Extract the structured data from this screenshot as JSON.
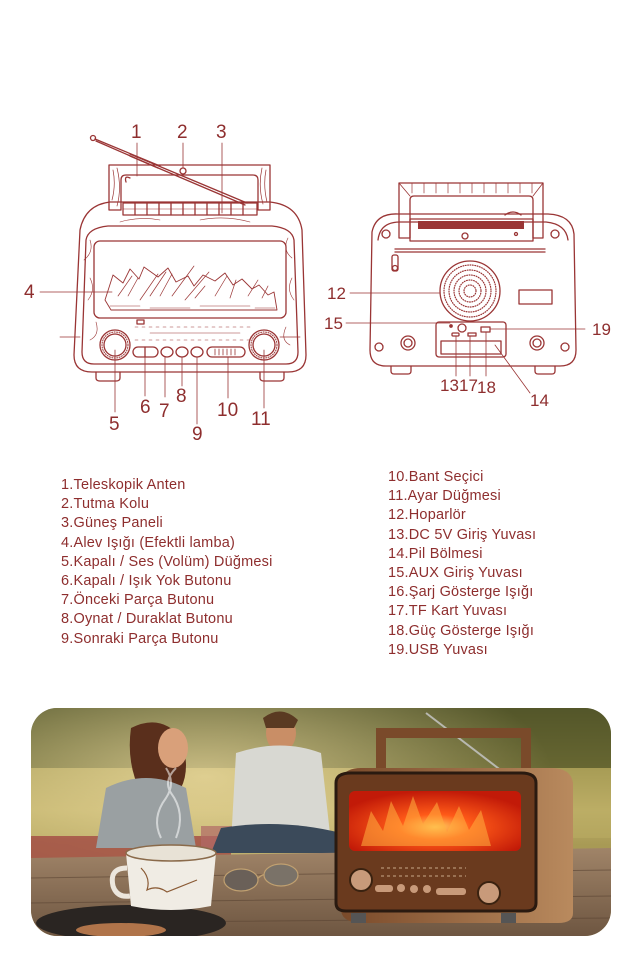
{
  "colors": {
    "line_art": "#9a3535",
    "text": "#8e2e2e",
    "background": "#ffffff",
    "flame_glow": "#ff3a10",
    "wood": "#6b3a1f"
  },
  "diagram": {
    "front_view_callouts": [
      "1",
      "2",
      "3",
      "4",
      "5",
      "6",
      "7",
      "8",
      "9",
      "10",
      "11"
    ],
    "back_view_callouts": [
      "12",
      "15",
      "19",
      "13",
      "17",
      "18",
      "14"
    ]
  },
  "legend": {
    "left": [
      {
        "num": "1",
        "label": "1.Teleskopik Anten"
      },
      {
        "num": "2",
        "label": "2.Tutma Kolu"
      },
      {
        "num": "3",
        "label": "3.Güneş Paneli"
      },
      {
        "num": "4",
        "label": "4.Alev Işığı (Efektli lamba)"
      },
      {
        "num": "5",
        "label": "5.Kapalı / Ses (Volüm) Düğmesi"
      },
      {
        "num": "6",
        "label": "6.Kapalı / Işık Yok Butonu"
      },
      {
        "num": "7",
        "label": "7.Önceki Parça Butonu"
      },
      {
        "num": "8",
        "label": "8.Oynat / Duraklat Butonu"
      },
      {
        "num": "9",
        "label": "9.Sonraki Parça Butonu"
      }
    ],
    "right": [
      {
        "num": "10",
        "label": "10.Bant Seçici"
      },
      {
        "num": "11",
        "label": "11.Ayar Düğmesi"
      },
      {
        "num": "12",
        "label": "12.Hoparlör"
      },
      {
        "num": "13",
        "label": "13.DC 5V Giriş Yuvası"
      },
      {
        "num": "14",
        "label": "14.Pil Bölmesi"
      },
      {
        "num": "15",
        "label": "15.AUX Giriş Yuvası"
      },
      {
        "num": "16",
        "label": "16.Şarj Gösterge Işığı"
      },
      {
        "num": "17",
        "label": "17.TF Kart Yuvası"
      },
      {
        "num": "18",
        "label": "18.Güç Gösterge Işığı"
      },
      {
        "num": "19",
        "label": "19.USB Yuvası"
      }
    ]
  },
  "photo": {
    "description": "Couple on picnic blanket in sunny meadow, enamel mug, sunglasses and retro flame-effect radio on wooden table"
  }
}
